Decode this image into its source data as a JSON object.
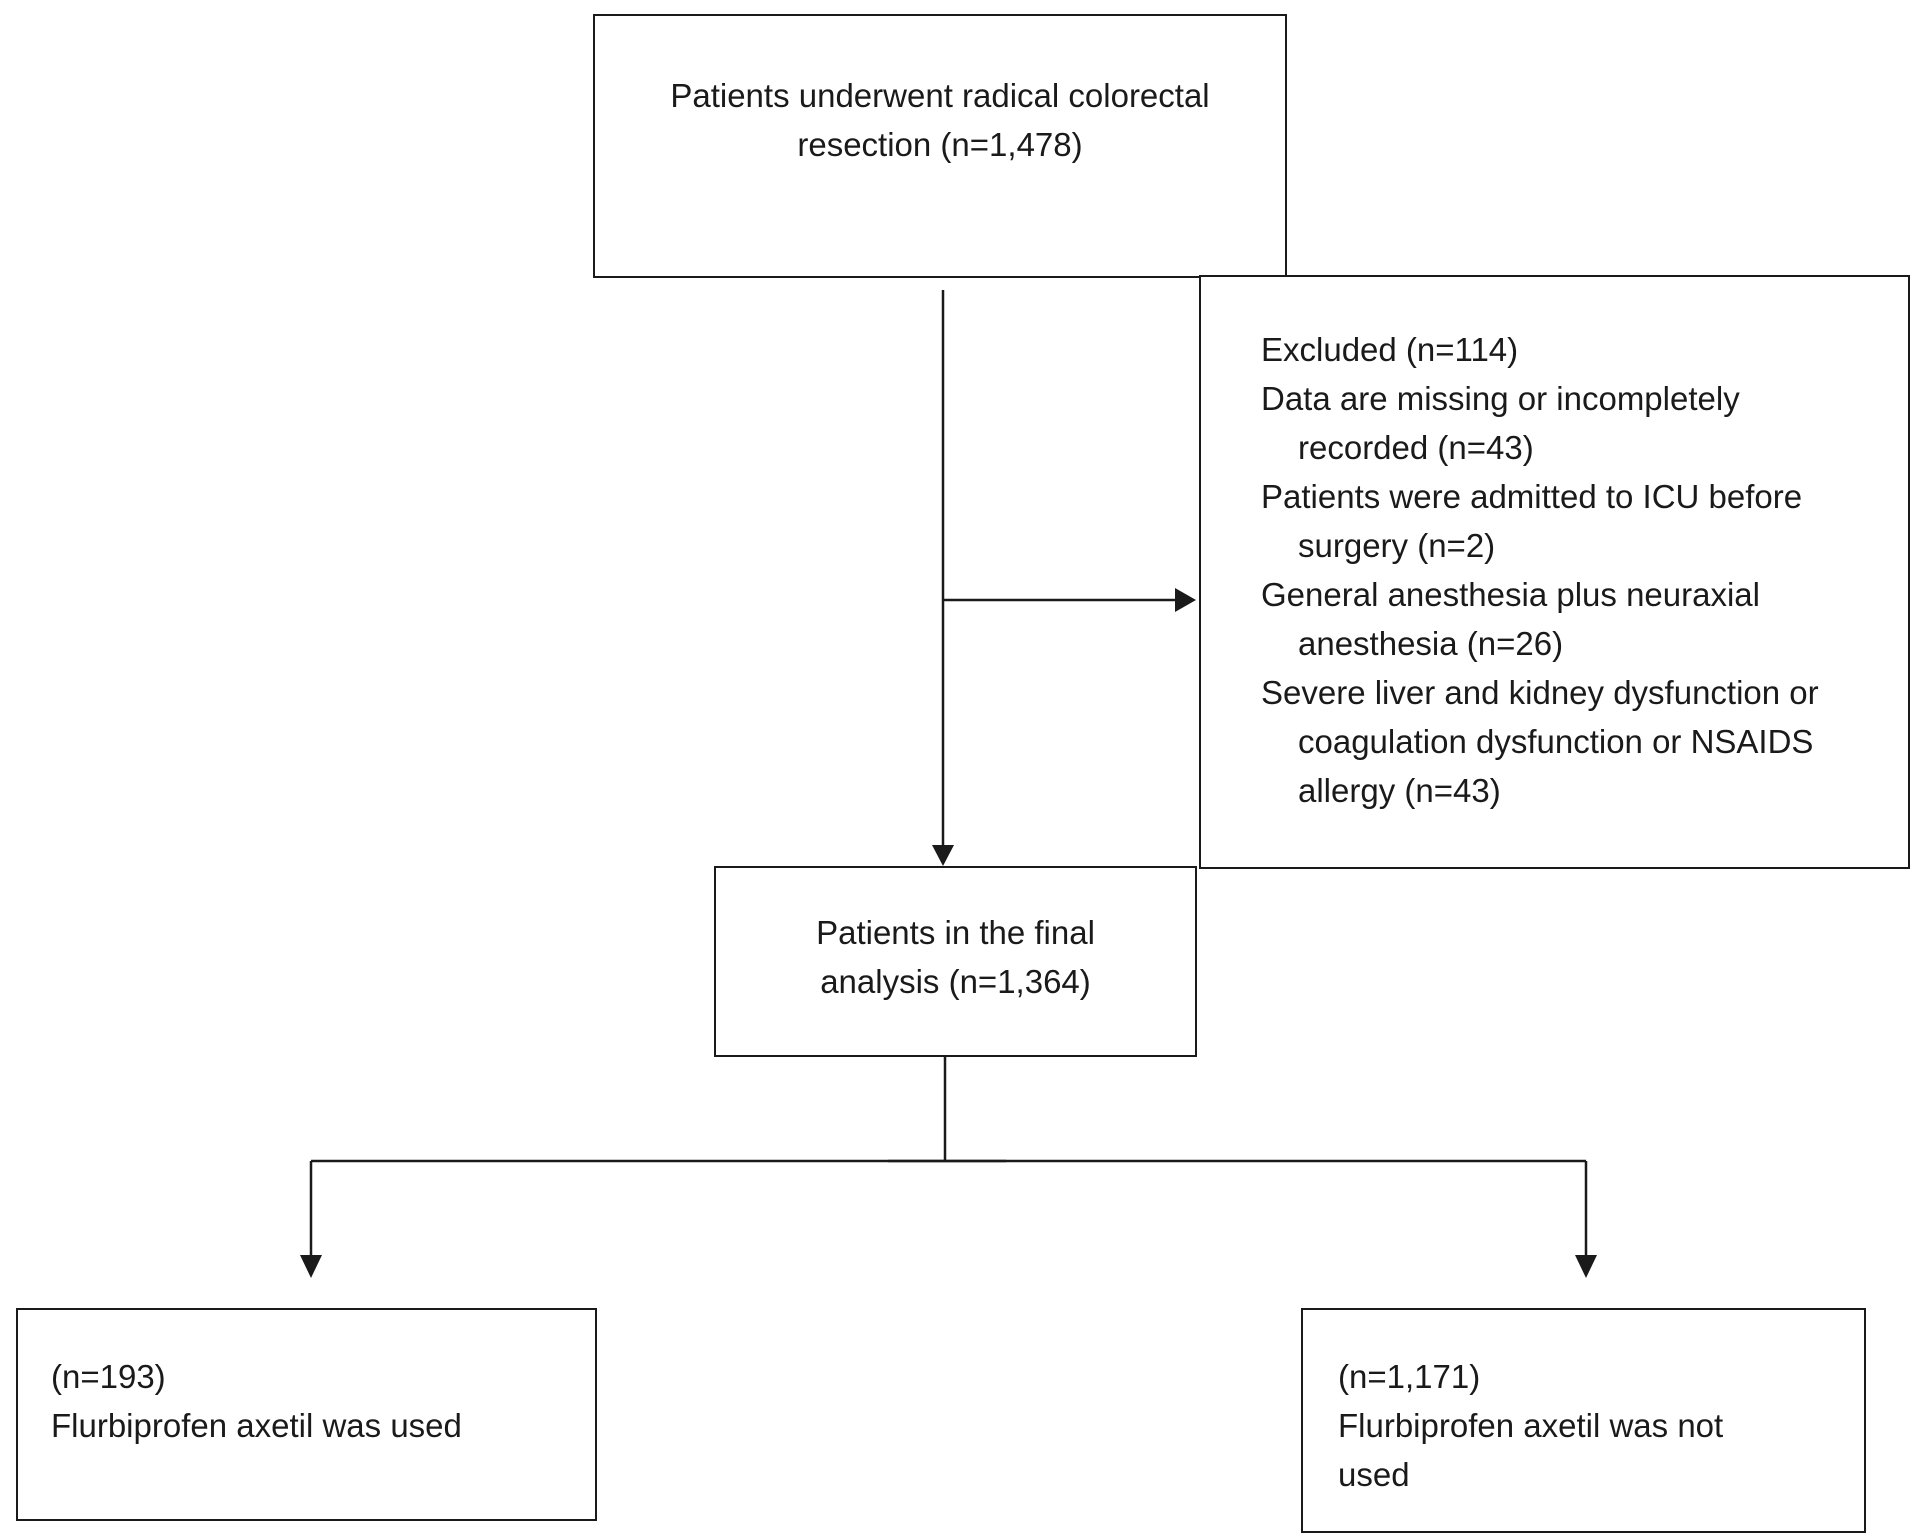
{
  "flowchart": {
    "start": {
      "lines": [
        "Patients underwent radical colorectal",
        "resection (n=1,478)"
      ]
    },
    "excluded": {
      "title": "Excluded (n=114)",
      "reasons": [
        {
          "first": "Data are missing or incompletely",
          "rest": [
            "recorded (n=43)"
          ]
        },
        {
          "first": "Patients were admitted to ICU before",
          "rest": [
            "surgery (n=2)"
          ]
        },
        {
          "first": "General anesthesia plus neuraxial",
          "rest": [
            "anesthesia (n=26)"
          ]
        },
        {
          "first": "Severe liver and kidney dysfunction or",
          "rest": [
            "coagulation dysfunction or NSAIDS",
            "allergy (n=43)"
          ]
        }
      ]
    },
    "final": {
      "lines": [
        "Patients in the final",
        "analysis (n=1,364)"
      ]
    },
    "group_used": {
      "lines": [
        "(n=193)",
        "Flurbiprofen axetil was used"
      ]
    },
    "group_not_used": {
      "lines": [
        "(n=1,171)",
        "Flurbiprofen axetil was not",
        "used"
      ]
    }
  }
}
